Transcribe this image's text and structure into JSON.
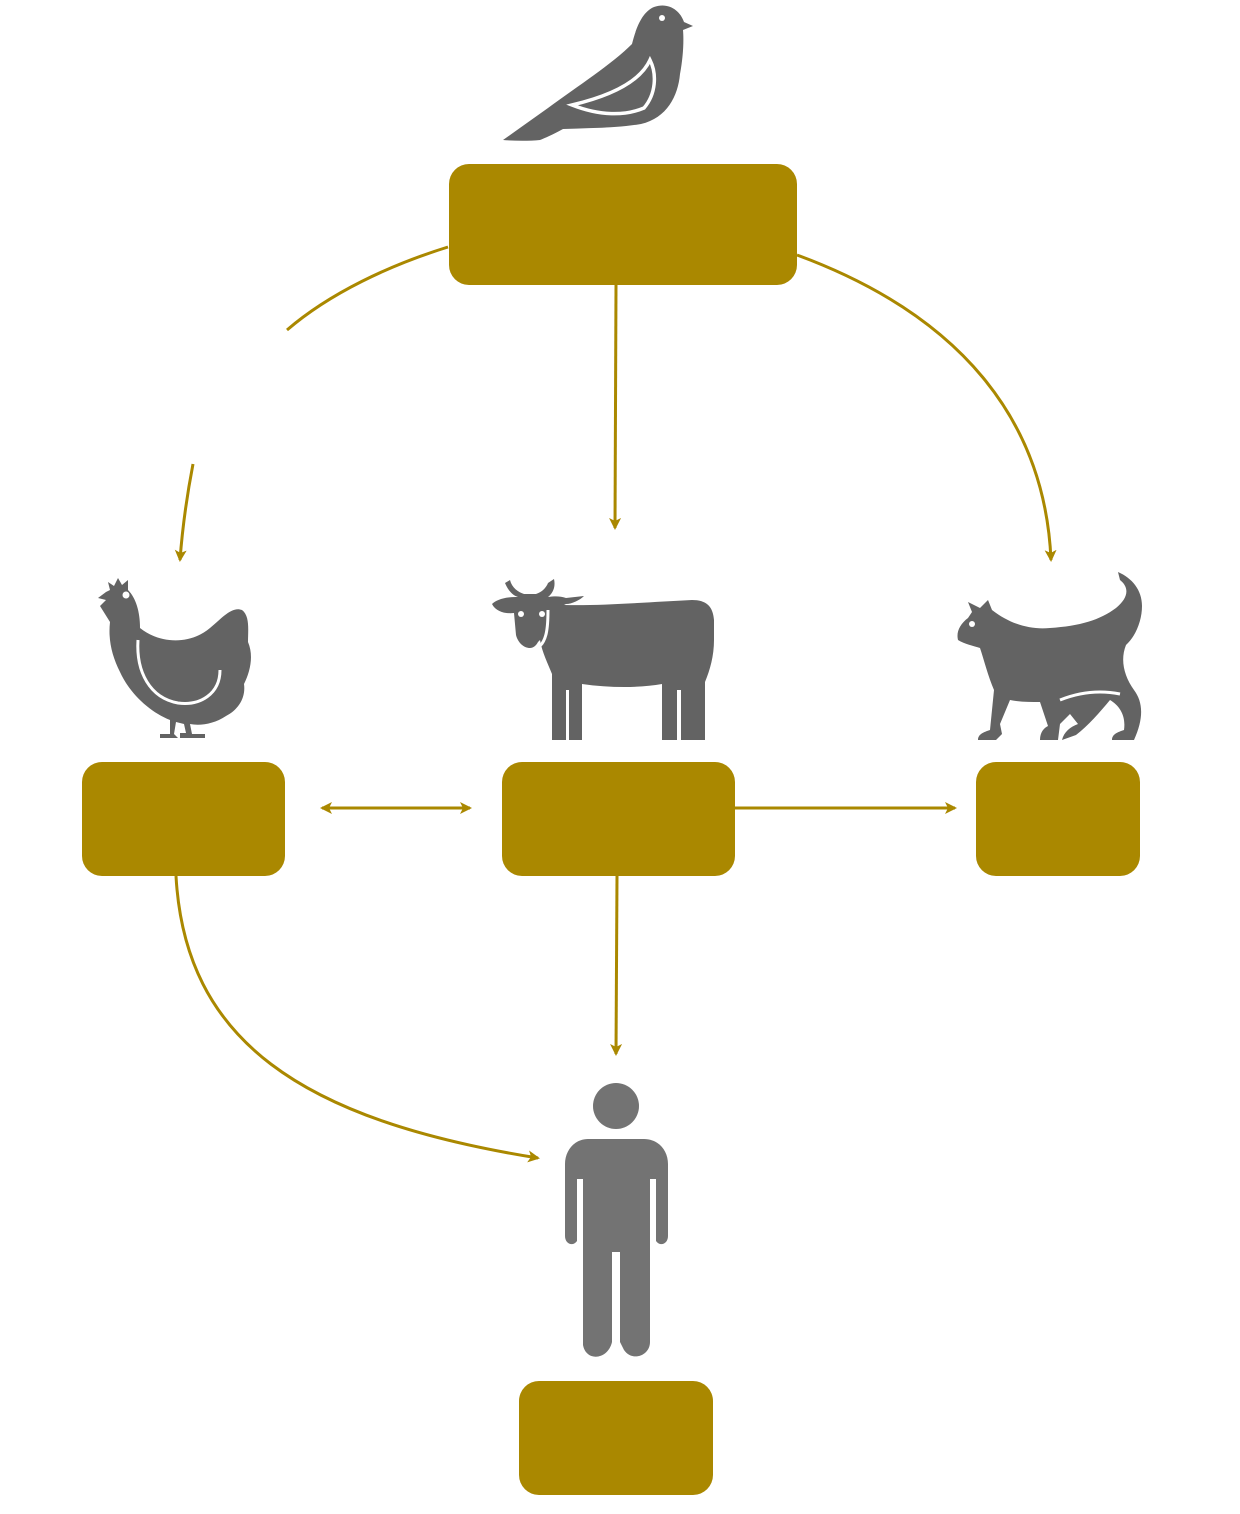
{
  "colors": {
    "accent": "#AA8800",
    "icon": "#636363",
    "icon_light": "#737373",
    "background": "#FFFFFF"
  },
  "nodes": {
    "bird": {
      "icon": "bird-icon",
      "label": ""
    },
    "chicken": {
      "icon": "chicken-icon",
      "label": ""
    },
    "cow": {
      "icon": "cow-icon",
      "label": ""
    },
    "cat": {
      "icon": "cat-icon",
      "label": ""
    },
    "human": {
      "icon": "person-icon",
      "label": ""
    }
  },
  "edges": [
    {
      "from": "bird",
      "to": "chicken",
      "direction": "forward"
    },
    {
      "from": "bird",
      "to": "cow",
      "direction": "forward"
    },
    {
      "from": "bird",
      "to": "cat",
      "direction": "forward"
    },
    {
      "from": "chicken",
      "to": "cow",
      "direction": "both"
    },
    {
      "from": "cow",
      "to": "cat",
      "direction": "forward"
    },
    {
      "from": "cow",
      "to": "human",
      "direction": "forward"
    },
    {
      "from": "chicken",
      "to": "human",
      "direction": "forward"
    }
  ]
}
